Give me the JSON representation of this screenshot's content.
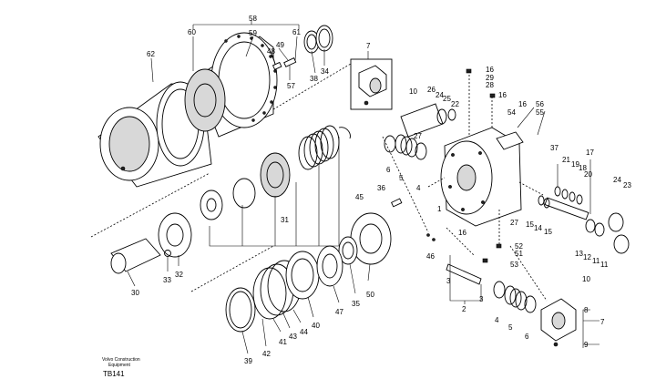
{
  "parts": [
    {
      "id": "58",
      "label": "58"
    },
    {
      "id": "60",
      "label": "60"
    },
    {
      "id": "59",
      "label": "59"
    },
    {
      "id": "61",
      "label": "61"
    },
    {
      "id": "49",
      "label": "49"
    },
    {
      "id": "48",
      "label": "48"
    },
    {
      "id": "57",
      "label": "57"
    },
    {
      "id": "38",
      "label": "38"
    },
    {
      "id": "34",
      "label": "34"
    },
    {
      "id": "62",
      "label": "62"
    },
    {
      "id": "7a",
      "label": "7"
    },
    {
      "id": "16a",
      "label": "16"
    },
    {
      "id": "29",
      "label": "29"
    },
    {
      "id": "28",
      "label": "28"
    },
    {
      "id": "16b",
      "label": "16"
    },
    {
      "id": "10a",
      "label": "10"
    },
    {
      "id": "26",
      "label": "26"
    },
    {
      "id": "24a",
      "label": "24"
    },
    {
      "id": "25",
      "label": "25"
    },
    {
      "id": "22",
      "label": "22"
    },
    {
      "id": "54",
      "label": "54"
    },
    {
      "id": "16c",
      "label": "16"
    },
    {
      "id": "56",
      "label": "56"
    },
    {
      "id": "55",
      "label": "55"
    },
    {
      "id": "27a",
      "label": "27"
    },
    {
      "id": "6a",
      "label": "6"
    },
    {
      "id": "5a",
      "label": "5"
    },
    {
      "id": "4a",
      "label": "4"
    },
    {
      "id": "37",
      "label": "37"
    },
    {
      "id": "17",
      "label": "17"
    },
    {
      "id": "21",
      "label": "21"
    },
    {
      "id": "19",
      "label": "19"
    },
    {
      "id": "18",
      "label": "18"
    },
    {
      "id": "20",
      "label": "20"
    },
    {
      "id": "24b",
      "label": "24"
    },
    {
      "id": "23",
      "label": "23"
    },
    {
      "id": "36",
      "label": "36"
    },
    {
      "id": "45",
      "label": "45"
    },
    {
      "id": "31",
      "label": "31"
    },
    {
      "id": "1",
      "label": "1"
    },
    {
      "id": "27b",
      "label": "27"
    },
    {
      "id": "15a",
      "label": "15"
    },
    {
      "id": "14",
      "label": "14"
    },
    {
      "id": "15b",
      "label": "15"
    },
    {
      "id": "16d",
      "label": "16"
    },
    {
      "id": "52",
      "label": "52"
    },
    {
      "id": "51",
      "label": "51"
    },
    {
      "id": "53",
      "label": "53"
    },
    {
      "id": "46",
      "label": "46"
    },
    {
      "id": "13",
      "label": "13"
    },
    {
      "id": "12",
      "label": "12"
    },
    {
      "id": "11a",
      "label": "11"
    },
    {
      "id": "11b",
      "label": "11"
    },
    {
      "id": "10b",
      "label": "10"
    },
    {
      "id": "33",
      "label": "33"
    },
    {
      "id": "32",
      "label": "32"
    },
    {
      "id": "30",
      "label": "30"
    },
    {
      "id": "3a",
      "label": "3"
    },
    {
      "id": "2",
      "label": "2"
    },
    {
      "id": "3b",
      "label": "3"
    },
    {
      "id": "50",
      "label": "50"
    },
    {
      "id": "35",
      "label": "35"
    },
    {
      "id": "47",
      "label": "47"
    },
    {
      "id": "40",
      "label": "40"
    },
    {
      "id": "44",
      "label": "44"
    },
    {
      "id": "43",
      "label": "43"
    },
    {
      "id": "41",
      "label": "41"
    },
    {
      "id": "42",
      "label": "42"
    },
    {
      "id": "39",
      "label": "39"
    },
    {
      "id": "4b",
      "label": "4"
    },
    {
      "id": "5b",
      "label": "5"
    },
    {
      "id": "6b",
      "label": "6"
    },
    {
      "id": "8",
      "label": "8"
    },
    {
      "id": "7b",
      "label": "7"
    },
    {
      "id": "9",
      "label": "9"
    }
  ],
  "footer": {
    "brand_line1": "Volvo Construction",
    "brand_line2": "Equipment",
    "figure_code": "TB141"
  }
}
